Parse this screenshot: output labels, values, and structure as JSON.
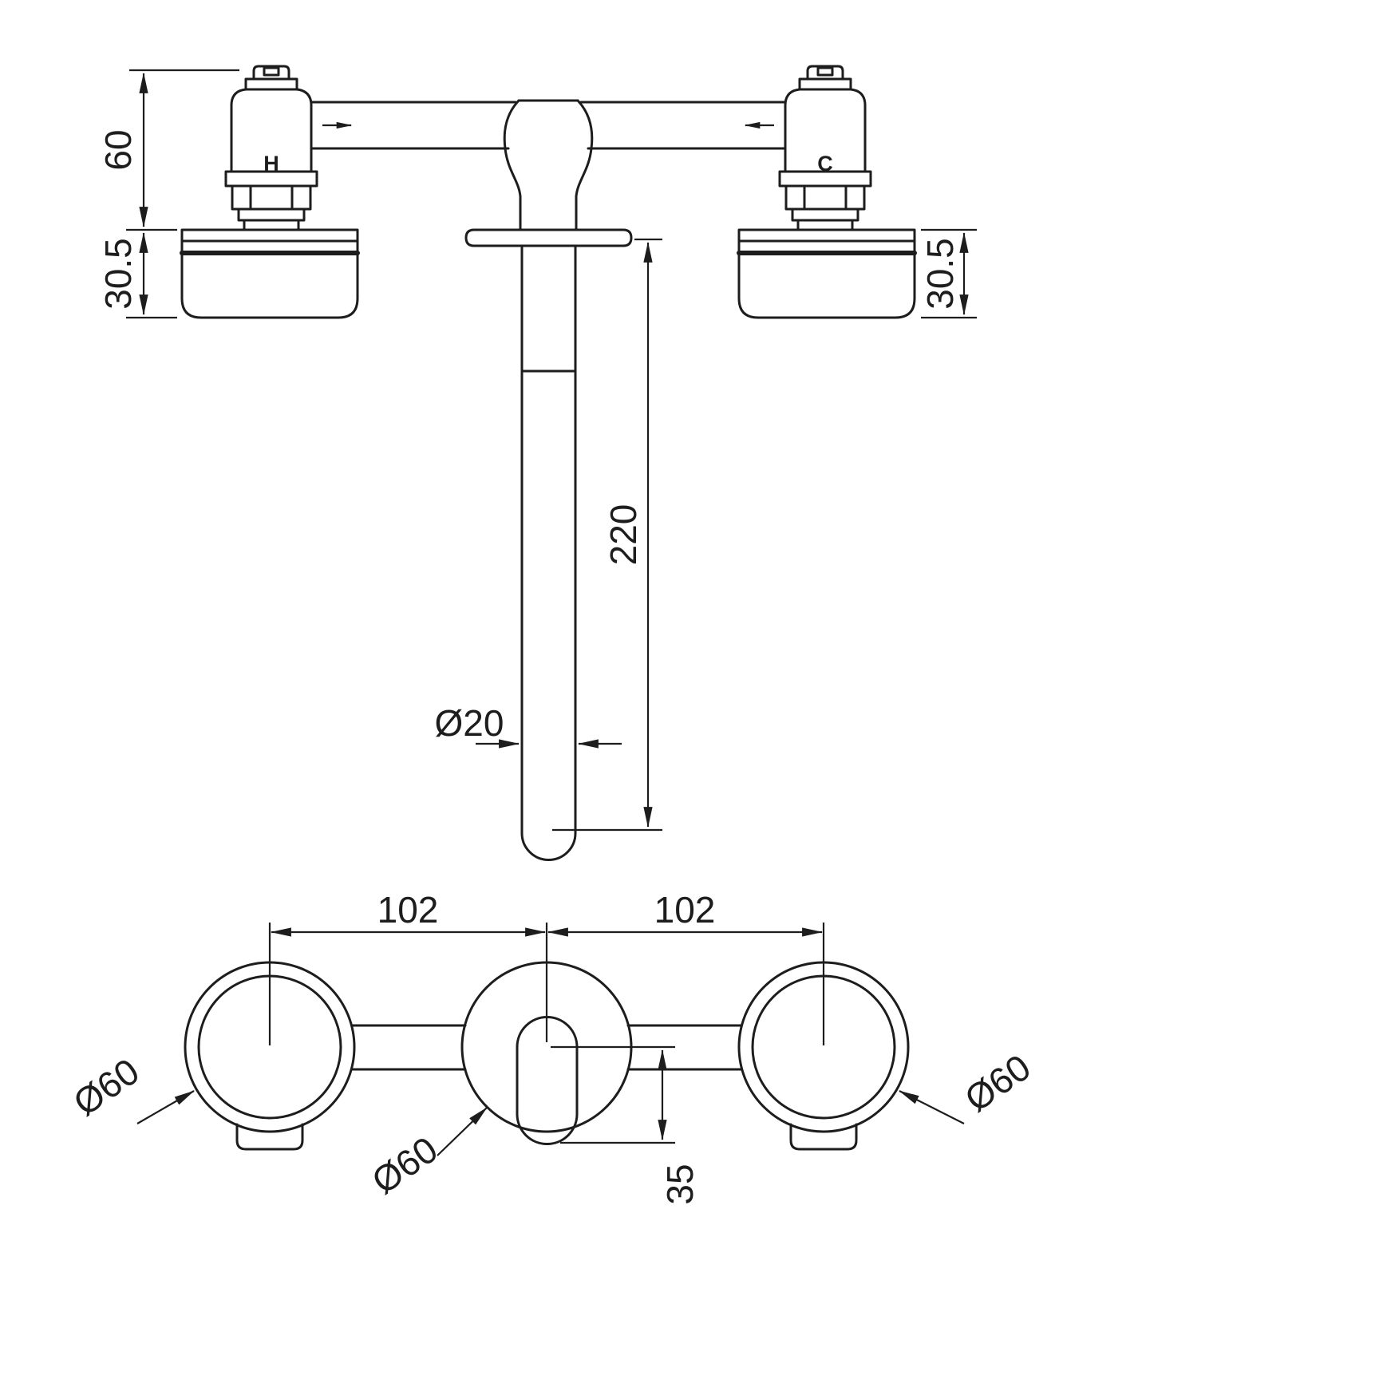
{
  "front_view": {
    "hot_label": "H",
    "cold_label": "C",
    "dim_valve_height": "60",
    "dim_trim_depth_left": "30.5",
    "dim_trim_depth_right": "30.5",
    "dim_spout_length": "220",
    "dim_spout_diameter": "Ø20"
  },
  "plan_view": {
    "dim_center_spacing_left": "102",
    "dim_center_spacing_right": "102",
    "dim_trim_diameter_left": "Ø60",
    "dim_trim_diameter_center": "Ø60",
    "dim_trim_diameter_right": "Ø60",
    "dim_outlet_offset": "35"
  },
  "colors": {
    "line": "#1d1d1d",
    "background": "#ffffff"
  }
}
